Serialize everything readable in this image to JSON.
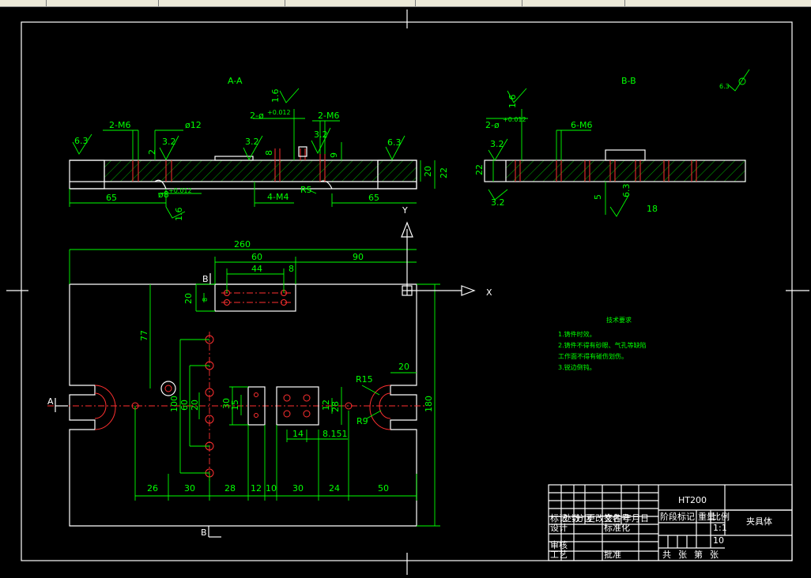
{
  "views": {
    "section_a": "A-A",
    "section_b": "B-B"
  },
  "surface": {
    "r63": "6.3",
    "r32": "3.2",
    "r16": "1.6"
  },
  "top_labels": {
    "two_m6": "2-M6",
    "dia12": "ø12",
    "two_dia": "2-ø",
    "tol1": "+0.012",
    "six_m6": "6-M6",
    "four_m4": "4-M4",
    "r5": "R5",
    "dia8": "ø8",
    "tol2": "+0.012"
  },
  "aa_dims": {
    "d2": "2",
    "d8": "8",
    "d9": "9",
    "d20": "20",
    "d22": "22",
    "d65a": "65",
    "d65b": "65"
  },
  "bb_dims": {
    "d22": "22",
    "d5": "5",
    "d18": "18"
  },
  "plan_dims": {
    "d260": "260",
    "d60": "60",
    "d90": "90",
    "d44": "44",
    "d8": "8",
    "d20": "20",
    "d8b": "8",
    "d77": "77",
    "d100": "100",
    "d60b": "60",
    "d20b": "20",
    "d15": "15",
    "d30": "30",
    "d12a": "12",
    "d28": "28",
    "d14": "14",
    "d8151": "8.151",
    "d20r": "20",
    "r15": "R15",
    "r9": "R9",
    "d180": "180",
    "bottom": [
      "26",
      "30",
      "28",
      "12",
      "10",
      "30",
      "24",
      "50"
    ]
  },
  "markers": {
    "a": "A",
    "b": "B",
    "b_bottom": "B",
    "x_axis": "X",
    "y_axis": "Y"
  },
  "notes": {
    "title": "技术要求",
    "lines": [
      "1.铸件时效。",
      "2.铸件不得有砂眼、气孔等缺陷",
      "工作面不得有碰伤划伤。",
      "3.锐边倒钝。"
    ]
  },
  "title_block": {
    "material": "HT200",
    "part_name": "夹具体",
    "scale": "1:1",
    "qty": "10",
    "row_mark": [
      "标记",
      "处数",
      "分区",
      "更改文件号",
      "签名",
      "年月日"
    ],
    "row_design": [
      "设计",
      "标准化"
    ],
    "row_stage": [
      "阶段标记",
      "重量",
      "比例"
    ],
    "row_check": [
      "审核"
    ],
    "row_craft": [
      "工艺",
      "批准"
    ],
    "row_sheet": [
      "共",
      "张",
      "第",
      "张"
    ]
  },
  "colors": {
    "background": "#000000",
    "outline": "#ffffff",
    "dimension": "#00ff00",
    "centerline": "#ff3030"
  }
}
